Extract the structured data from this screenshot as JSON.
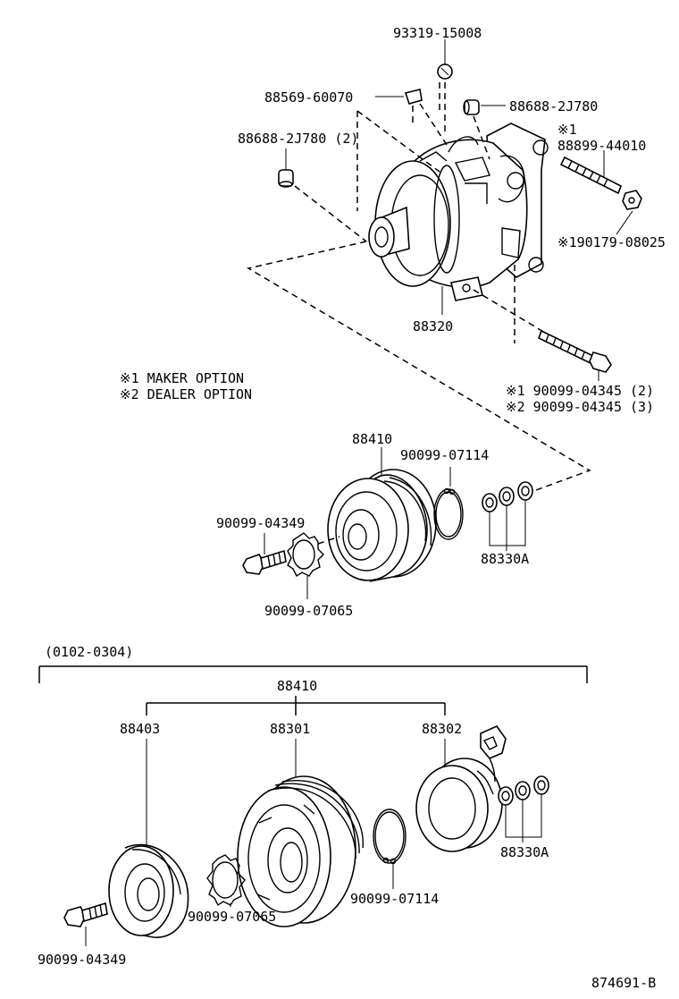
{
  "labels": {
    "p93319": "93319-15008",
    "p88569": "88569-60070",
    "p88688a": "88688-2J780",
    "p88688b": "88688-2J780 (2)",
    "note1mark": "※1",
    "p88899": "88899-44010",
    "p190179": "※190179-08025",
    "p88320": "88320",
    "legend1": "※1  MAKER OPTION",
    "legend2": "※2  DEALER OPTION",
    "bolt1": "※1 90099-04345 (2)",
    "bolt2": "※2 90099-04345 (3)",
    "top88410": "88410",
    "topSnap": "90099-07114",
    "topBolt": "90099-04349",
    "topWasher": "90099-07065",
    "topShim": "88330A",
    "range": "(0102-0304)",
    "bot88410": "88410",
    "bot88403": "88403",
    "bot88301": "88301",
    "bot88302": "88302",
    "botShim": "88330A",
    "botSnap": "90099-07114",
    "botWasher": "90099-07065",
    "botBolt": "90099-04349",
    "figureId": "874691-B"
  }
}
